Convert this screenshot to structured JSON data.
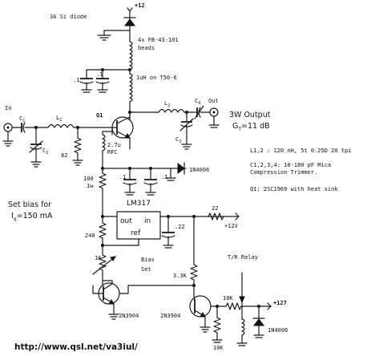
{
  "labels": {
    "v_top": "+12",
    "diode_top": "3A Si diode",
    "beads1": "4x FB-43-101",
    "beads2": "beads",
    "c_dec1": ".1",
    "c_dec2": ".1",
    "inductor_1uh": "1uH on T50-6",
    "in_label": "In",
    "c1": "C",
    "c1_sub": "1",
    "l1": "L",
    "l1_sub": "1",
    "c2": "C",
    "c2_sub": "2",
    "r82": "82",
    "q1": "Q1",
    "rfc1": "2.7u",
    "rfc2": "RFC",
    "l2": "L",
    "l2_sub": "2",
    "c3": "C",
    "c3_sub": "3",
    "c4": "C",
    "c4_sub": "4",
    "out_label": "Out",
    "output1": "3W Output",
    "output2_a": "G",
    "output2_sub": "T",
    "output2_b": "=11 dB",
    "r100a": "100",
    "r100b": "1w",
    "c_dec3": ".1",
    "c_dec4": ".1",
    "d1n4006_top": "1N4006",
    "notes_l": "L1,2 : 120 nH, 5t 0.25D 20 tpi",
    "notes_c1": "C1,2,3,4:  10-180 pF Mica",
    "notes_c2": "Compression Trimmer.",
    "notes_q1": "Q1: 2SC1969 with heat sink",
    "bias1": "Set bias for",
    "bias2_a": "I",
    "bias2_sub": "q",
    "bias2_b": "=150 mA",
    "lm317": "LM317",
    "lm_out": "out",
    "lm_in": "in",
    "lm_ref": "ref",
    "r22": "22",
    "c22": ".22",
    "v12": "+12V",
    "r240": "240",
    "r1k": "1K",
    "bias_set1": "Bias",
    "bias_set2": "Set",
    "r3k3": "3.3K",
    "tr_relay": "T/R Relay",
    "r10k_a": "10K",
    "r10k_b": "10K",
    "v127": "+127",
    "q_left": "2N3904",
    "q_right": "2N3904",
    "d1n4006_bot": "1N4006",
    "url": "http://www.qsl.net/va3iul/"
  }
}
